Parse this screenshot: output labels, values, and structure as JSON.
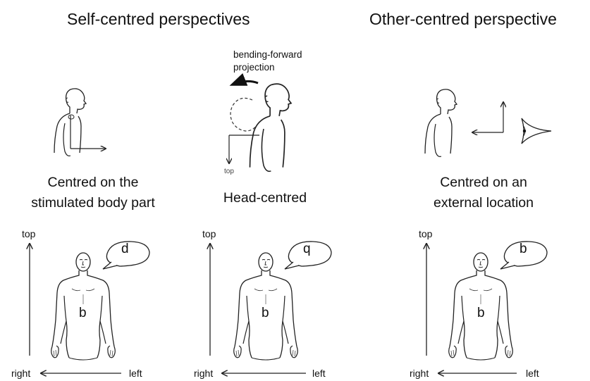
{
  "headings": {
    "self": "Self-centred perspectives",
    "other": "Other-centred perspective"
  },
  "annotation": {
    "bending": "bending-forward",
    "projection": "projection",
    "top_small": "top"
  },
  "captions": {
    "body_part_line1": "Centred on the",
    "body_part_line2": "stimulated body part",
    "head": "Head-centred",
    "external_line1": "Centred on an",
    "external_line2": "external location"
  },
  "panels": [
    {
      "top": "top",
      "right": "right",
      "left": "left",
      "bubble": "d",
      "body": "b"
    },
    {
      "top": "top",
      "right": "right",
      "left": "left",
      "bubble": "q",
      "body": "b"
    },
    {
      "top": "top",
      "right": "right",
      "left": "left",
      "bubble": "b",
      "body": "b"
    }
  ]
}
